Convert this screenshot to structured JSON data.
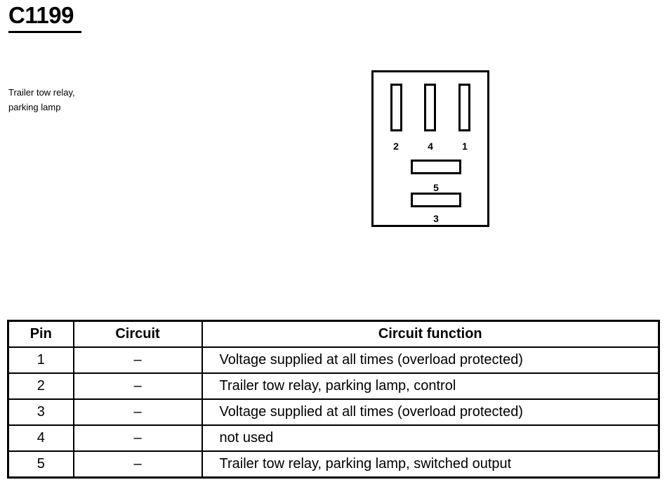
{
  "connector": {
    "id": "C1199",
    "description_lines": [
      "Trailer tow relay,",
      "parking lamp"
    ],
    "pin_labels": {
      "top_left": "2",
      "top_middle": "4",
      "top_right": "1",
      "middle": "5",
      "bottom": "3"
    }
  },
  "table": {
    "headers": {
      "pin": "Pin",
      "circuit": "Circuit",
      "function": "Circuit function"
    },
    "rows": [
      {
        "pin": "1",
        "circuit": "–",
        "function": "Voltage supplied at all times (overload protected)"
      },
      {
        "pin": "2",
        "circuit": "–",
        "function": "Trailer tow relay, parking lamp, control"
      },
      {
        "pin": "3",
        "circuit": "–",
        "function": "Voltage supplied at all times (overload protected)"
      },
      {
        "pin": "4",
        "circuit": "–",
        "function": "not used"
      },
      {
        "pin": "5",
        "circuit": "–",
        "function": "Trailer tow relay, parking lamp, switched output"
      }
    ]
  }
}
